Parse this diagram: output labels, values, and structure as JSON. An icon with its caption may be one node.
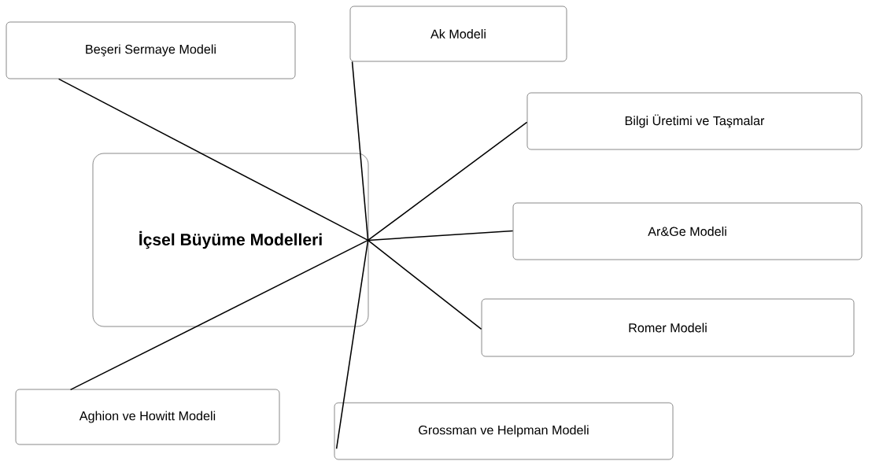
{
  "diagram": {
    "nodes": [
      {
        "text": [
          "İçsel Büyüme Modelleri"
        ]
      },
      {
        "text": [
          "Beşeri Sermaye Modeli"
        ]
      },
      {
        "text": [
          "Ak Modeli"
        ]
      },
      {
        "text": [
          "Bilgi Üretimi ve Taşmalar"
        ]
      },
      {
        "text": [
          "Ar&Ge Modeli"
        ]
      },
      {
        "text": [
          "Romer Modeli"
        ]
      },
      {
        "text": [
          "Aghion ve Howitt Modeli"
        ]
      },
      {
        "text": [
          "Grossman ve Helpman Modeli"
        ]
      }
    ],
    "edges": [
      {
        "from": 0,
        "to": 1,
        "arrow": "none"
      },
      {
        "from": 0,
        "to": 2,
        "arrow": "none"
      },
      {
        "from": 0,
        "to": 3,
        "arrow": "none"
      },
      {
        "from": 0,
        "to": 4,
        "arrow": "none"
      },
      {
        "from": 0,
        "to": 5,
        "arrow": "none"
      },
      {
        "from": 0,
        "to": 6,
        "arrow": "none"
      },
      {
        "from": 0,
        "to": 7,
        "arrow": "none"
      }
    ]
  }
}
